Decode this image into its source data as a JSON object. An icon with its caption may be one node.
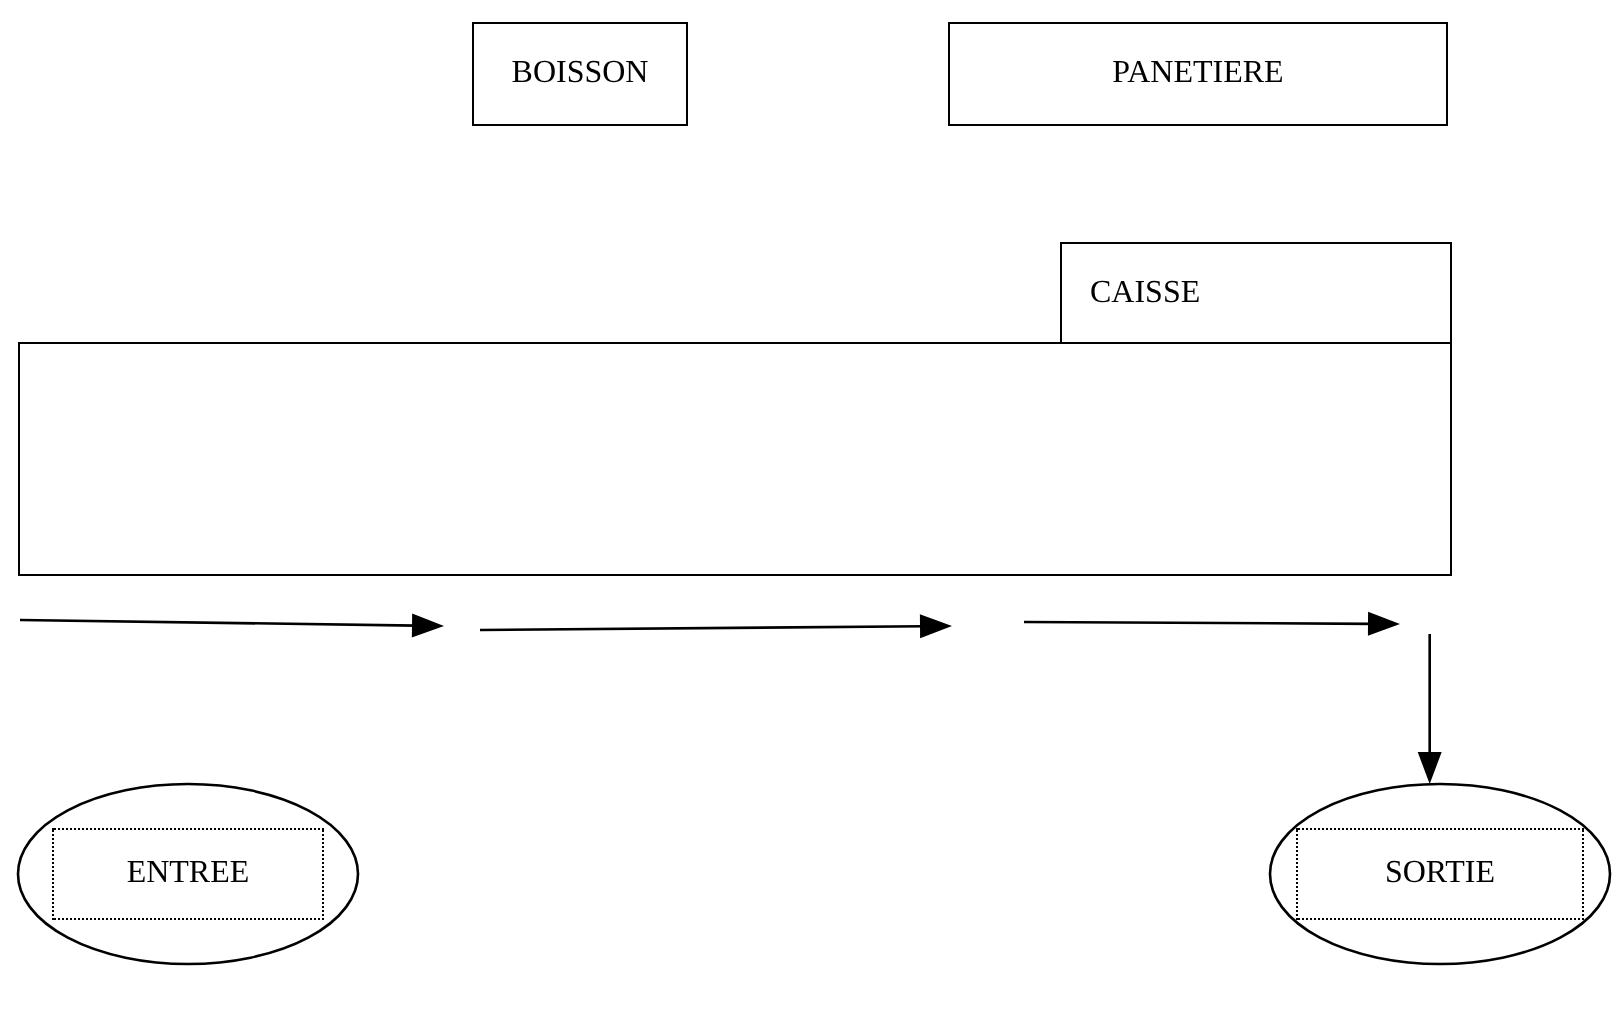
{
  "diagram": {
    "nodes": [
      {
        "text": [
          "BOISSON"
        ]
      },
      {
        "text": [
          "PANETIERE"
        ]
      },
      {
        "text": [
          "CAISSE"
        ]
      },
      {
        "text": [],
        "shape": "box"
      },
      {
        "text": [
          "ENTREE"
        ]
      },
      {
        "text": [
          "SORTIE"
        ]
      }
    ],
    "edges": [
      {
        "from": null,
        "to": 5,
        "arrow": "to"
      }
    ]
  }
}
